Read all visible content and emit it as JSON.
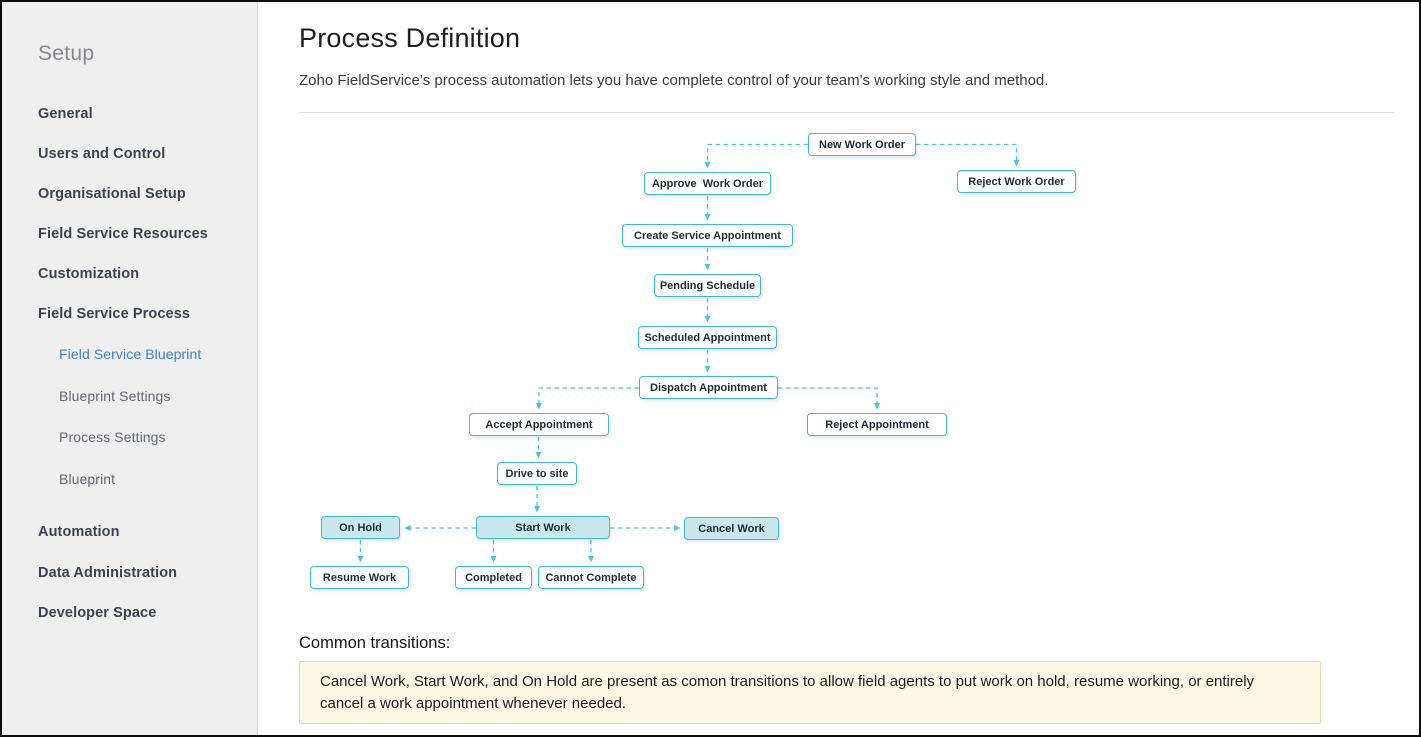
{
  "sidebar": {
    "title": "Setup",
    "items": [
      {
        "label": "General"
      },
      {
        "label": "Users and Control"
      },
      {
        "label": "Organisational Setup"
      },
      {
        "label": "Field Service Resources"
      },
      {
        "label": "Customization"
      },
      {
        "label": "Field Service Process"
      },
      {
        "label": "Field Service Blueprint",
        "active": true
      },
      {
        "label": "Blueprint Settings"
      },
      {
        "label": "Process Settings"
      },
      {
        "label": "Blueprint"
      },
      {
        "label": "Automation"
      },
      {
        "label": "Data Administration"
      },
      {
        "label": "Developer Space"
      }
    ]
  },
  "main": {
    "title": "Process Definition",
    "subtitle": "Zoho FieldService's process automation lets you have complete control of your team's working style and method.",
    "common_transitions_heading": "Common transitions:",
    "note": "Cancel Work, Start Work, and On Hold are present as comon transitions to allow field agents to put work on hold, resume working, or entirely cancel a work appointment whenever needed."
  },
  "flowchart": {
    "nodes": [
      {
        "label": "New Work Order"
      },
      {
        "label": "Approve  Work Order"
      },
      {
        "label": "Reject Work Order"
      },
      {
        "label": "Create Service Appointment"
      },
      {
        "label": "Pending Schedule"
      },
      {
        "label": "Scheduled Appointment"
      },
      {
        "label": "Dispatch Appointment"
      },
      {
        "label": "Accept Appointment"
      },
      {
        "label": "Reject Appointment"
      },
      {
        "label": "Drive to site"
      },
      {
        "label": "On Hold",
        "filled": true
      },
      {
        "label": "Start Work",
        "filled": true
      },
      {
        "label": "Cancel Work",
        "filled": true
      },
      {
        "label": "Resume Work"
      },
      {
        "label": "Completed"
      },
      {
        "label": "Cannot Complete"
      }
    ]
  },
  "colors": {
    "node_border": "#3cb8d8",
    "connector": "#4fc3dc",
    "filled_node_bg": "#c8e8ee",
    "active_link": "#3e82c5",
    "note_bg": "#fdf8e5",
    "note_border": "#e7d9a8"
  }
}
